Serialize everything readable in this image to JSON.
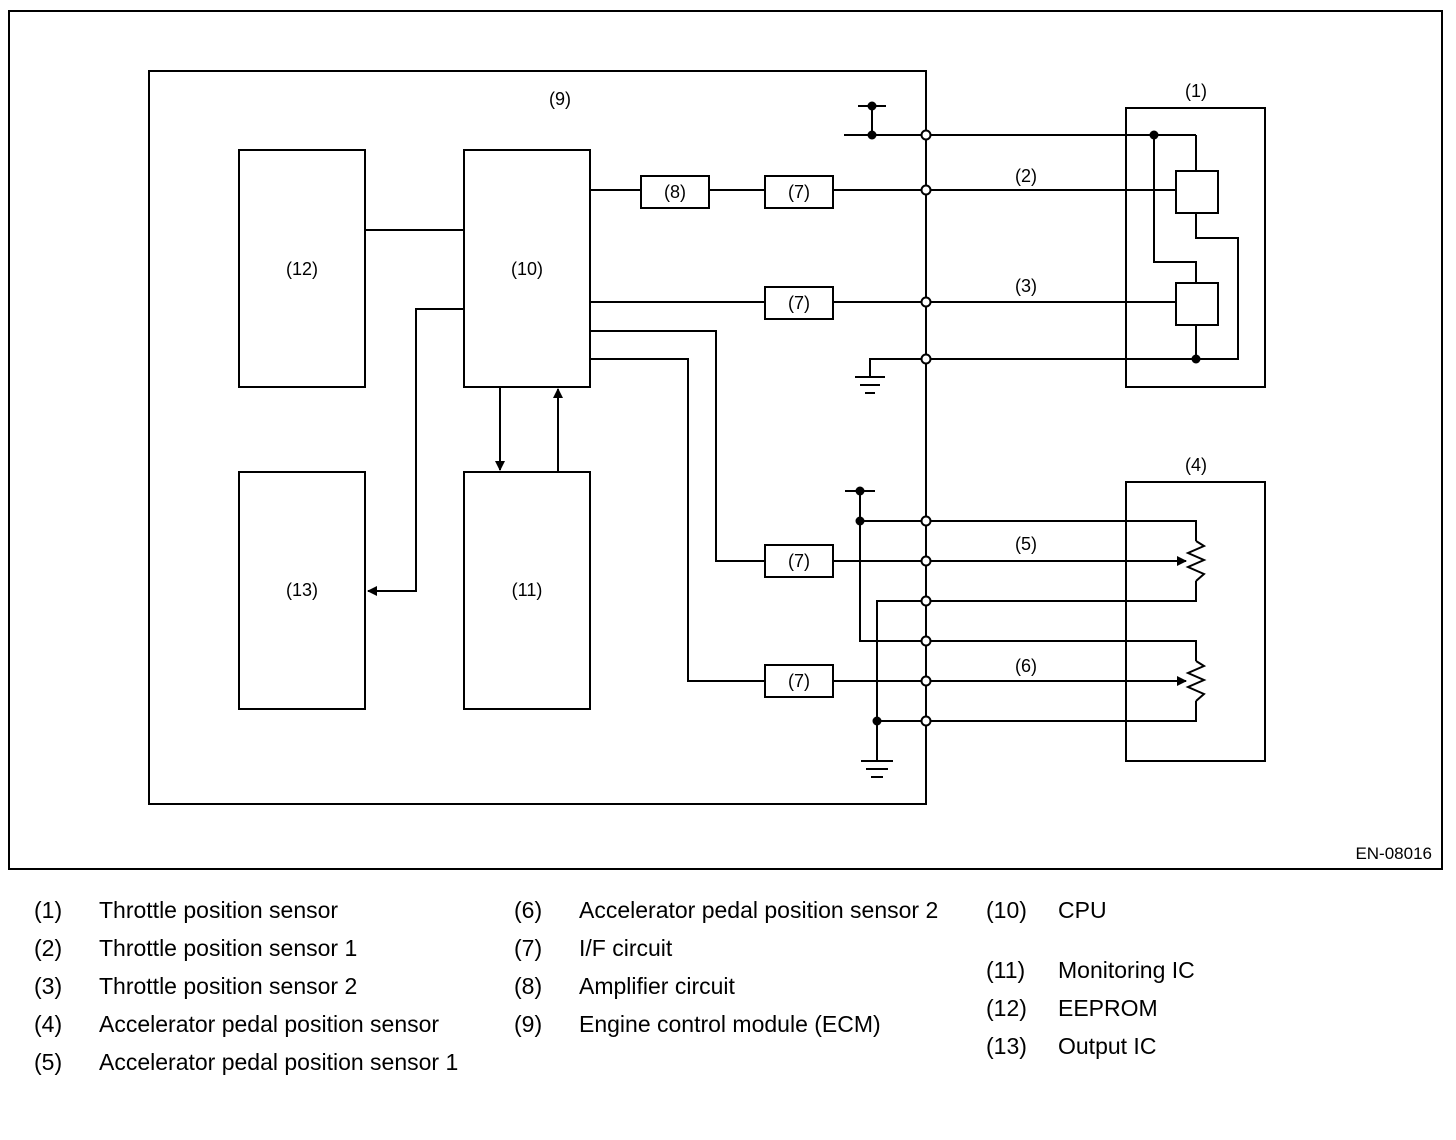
{
  "diagram": {
    "ecm_label": "(9)",
    "cpu_label": "(10)",
    "monitoring_label": "(11)",
    "eeprom_label": "(12)",
    "output_label": "(13)",
    "amp_label": "(8)",
    "if_label": "(7)",
    "tps_box_label": "(1)",
    "tps1_wire_label": "(2)",
    "tps2_wire_label": "(3)",
    "apps_box_label": "(4)",
    "apps1_wire_label": "(5)",
    "apps2_wire_label": "(6)",
    "ref_code": "EN-08016"
  },
  "legend": {
    "col1": [
      {
        "num": "(1)",
        "text": "Throttle position sensor"
      },
      {
        "num": "(2)",
        "text": "Throttle position sensor 1"
      },
      {
        "num": "(3)",
        "text": "Throttle position sensor 2"
      },
      {
        "num": "(4)",
        "text": "Accelerator pedal position sensor"
      },
      {
        "num": "(5)",
        "text": "Accelerator pedal position sensor 1"
      }
    ],
    "col2": [
      {
        "num": "(6)",
        "text": "Accelerator pedal position sensor 2"
      },
      {
        "num": "(7)",
        "text": "I/F circuit"
      },
      {
        "num": "(8)",
        "text": "Amplifier circuit"
      },
      {
        "num": "(9)",
        "text": "Engine control module (ECM)"
      }
    ],
    "col3": [
      {
        "num": "(10)",
        "text": "CPU"
      },
      {
        "num": "(11)",
        "text": "Monitoring IC"
      },
      {
        "num": "(12)",
        "text": "EEPROM"
      },
      {
        "num": "(13)",
        "text": "Output IC"
      }
    ]
  }
}
